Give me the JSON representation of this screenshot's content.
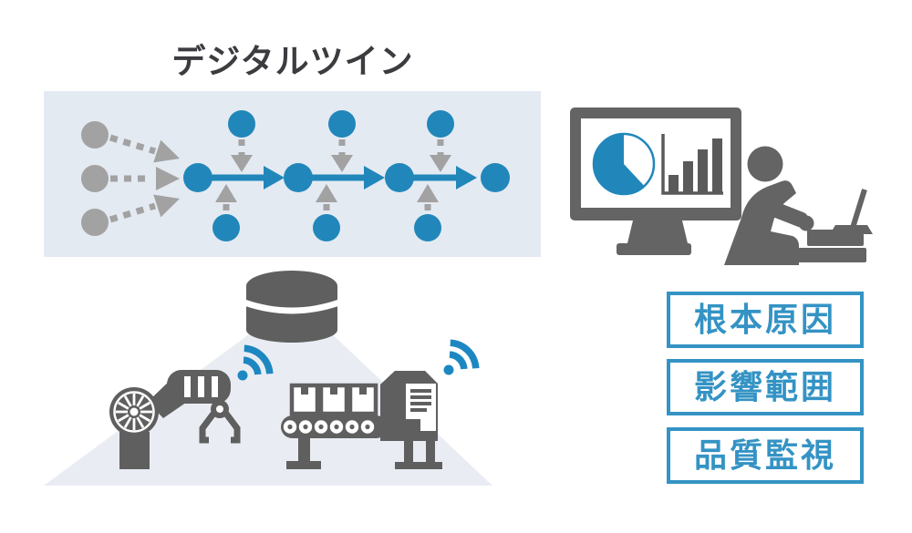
{
  "title": "デジタルツイン",
  "labels": [
    {
      "text": "根本原因"
    },
    {
      "text": "影響範囲"
    },
    {
      "text": "品質監視"
    }
  ],
  "colors": {
    "accent_blue": "#2187BA",
    "wifi_blue": "#1D87C1",
    "label_blue": "#3493C4",
    "illustration_gray": "#646464",
    "arrow_gray": "#A2A2A2",
    "panel_background": "#E4EAF2",
    "cone_background": "#E9EDF3",
    "title_color": "#3C3C40"
  },
  "icons": [
    "flow-diagram-icon",
    "input-node-icon",
    "process-node-icon",
    "dashed-arrow-icon",
    "database-icon",
    "wifi-icon",
    "robot-arm-icon",
    "conveyor-belt-icon",
    "industrial-machine-icon",
    "monitor-icon",
    "pie-chart-icon",
    "bar-chart-icon",
    "analyst-person-icon",
    "laptop-icon"
  ]
}
